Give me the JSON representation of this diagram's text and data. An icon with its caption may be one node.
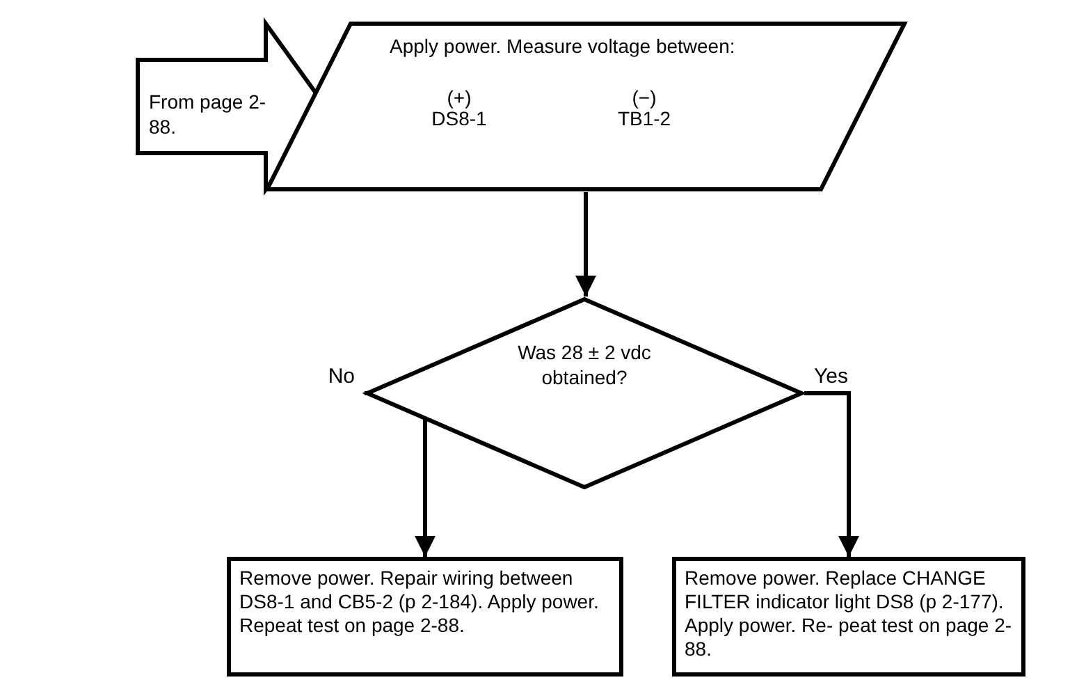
{
  "diagram": {
    "nodes": [
      {
        "text": [
          "From page 2-88."
        ]
      },
      {
        "text": [
          "Apply power. Measure voltage between:",
          "(+)",
          "DS8-1",
          "(−)",
          "TB1-2"
        ]
      },
      {
        "text": [
          "Was 28 ± 2 vdc obtained?"
        ]
      },
      {
        "text": [
          "Remove power. Repair wiring between DS8-1 and CB5-2 (p 2-184). Apply power. Repeat test on page 2-88."
        ]
      },
      {
        "text": [
          "Remove power. Replace CHANGE FILTER indicator light DS8 (p 2-177). Apply power. Re- peat test on page 2-88."
        ]
      }
    ],
    "edges": [
      {
        "from": 1,
        "to": 2,
        "arrow": "to"
      },
      {
        "from": 2,
        "to": 3,
        "arrow": "to",
        "label": "No"
      },
      {
        "from": 2,
        "to": 4,
        "arrow": "to",
        "label": "Yes"
      }
    ]
  }
}
